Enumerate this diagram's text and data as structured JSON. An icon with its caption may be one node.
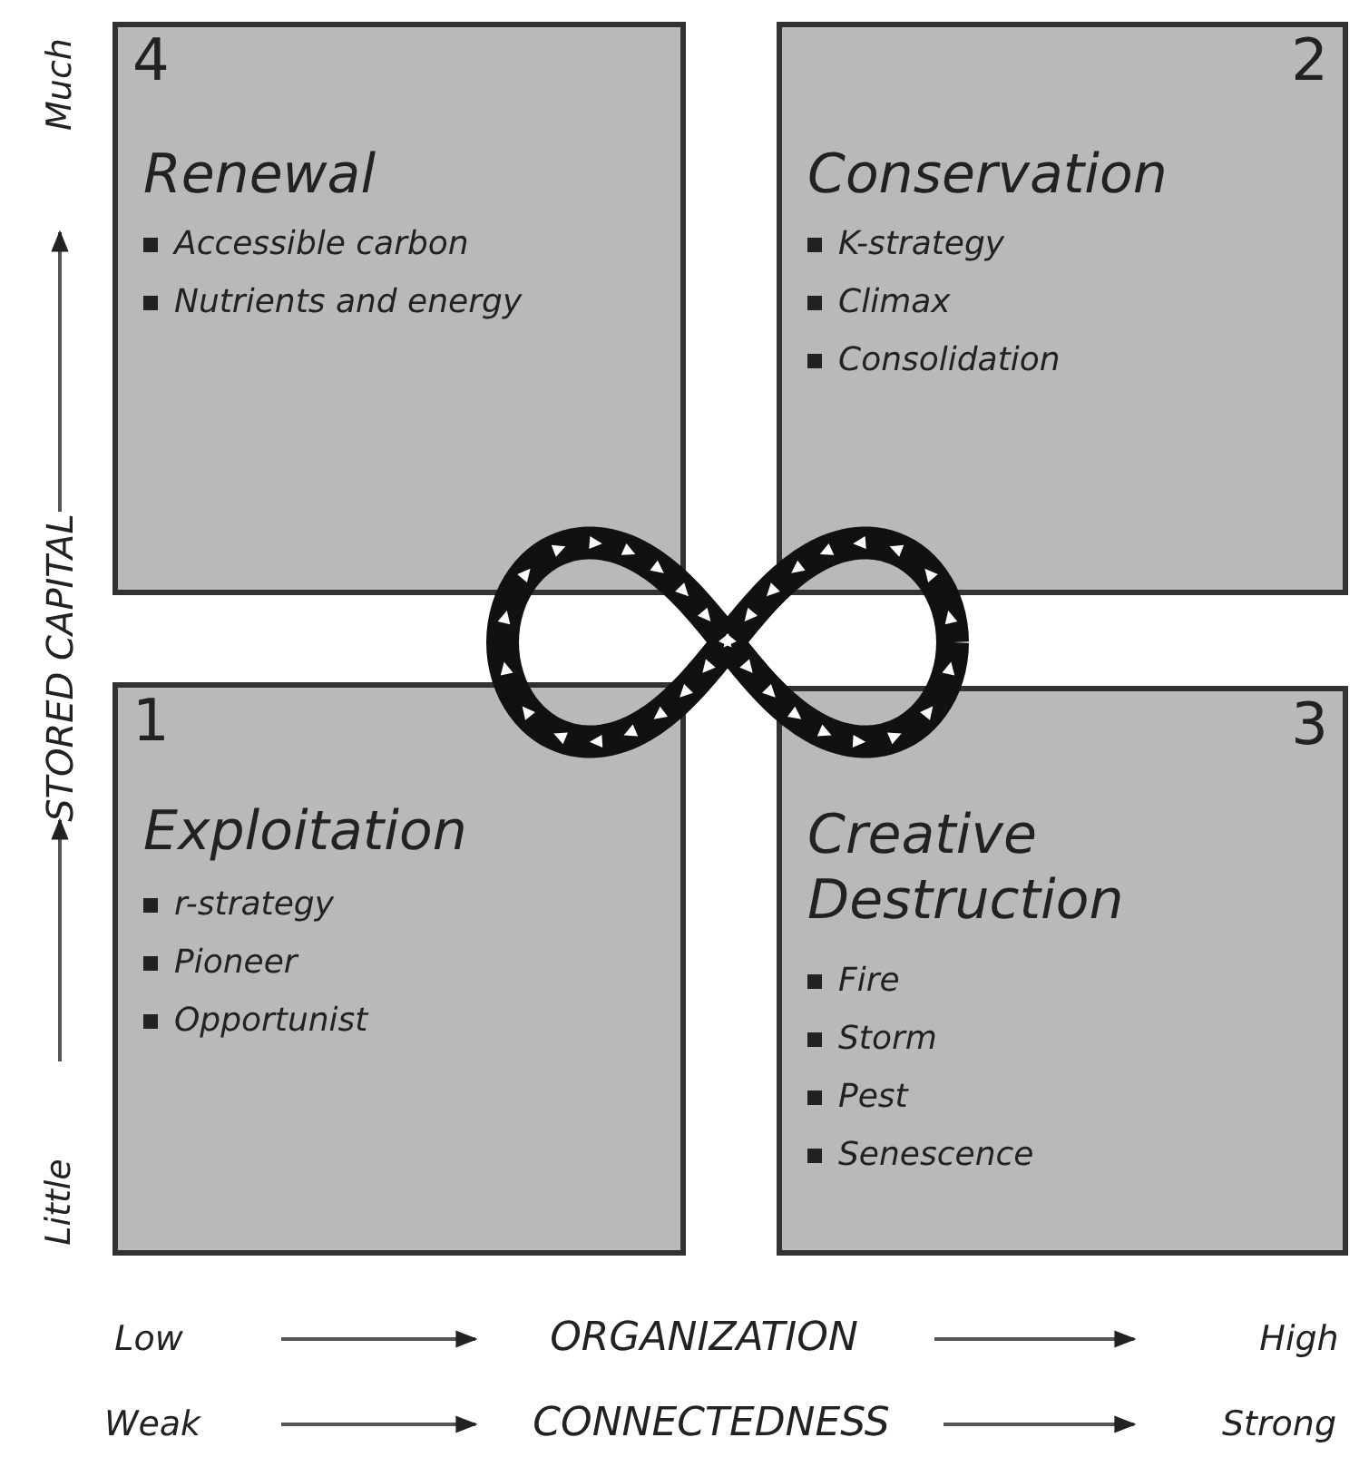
{
  "diagram": {
    "nodes": [
      {
        "text": [
          "4",
          "Renewal",
          "Accessible carbon",
          "Nutrients and energy"
        ]
      },
      {
        "text": [
          "2",
          "Conservation",
          "K-strategy",
          "Climax",
          "Consolidation"
        ]
      },
      {
        "text": [
          "1",
          "Exploitation",
          "r-strategy",
          "Pioneer",
          "Opportunist"
        ]
      },
      {
        "text": [
          "3",
          "Creative Destruction",
          "Fire",
          "Storm",
          "Pest",
          "Senescence"
        ]
      }
    ],
    "labels": [
      "Much",
      "STORED CAPITAL",
      "Little",
      "Low",
      "ORGANIZATION",
      "High",
      "Weak",
      "CONNECTEDNESS",
      "Strong"
    ]
  }
}
